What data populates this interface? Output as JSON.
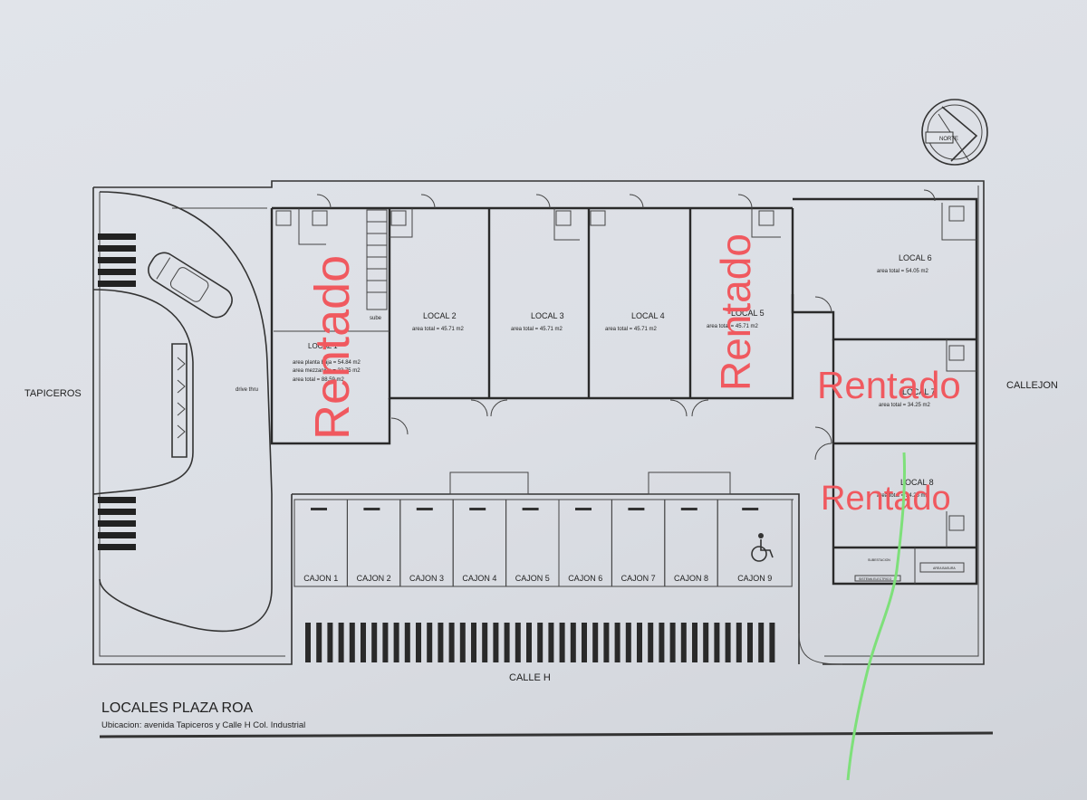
{
  "plan": {
    "title": "LOCALES PLAZA ROA",
    "subtitle": "Ubicacion: avenida Tapiceros y Calle H Col. Industrial",
    "north_label": "NORTE",
    "streets": {
      "left": "TAPICEROS",
      "right": "CALLEJON",
      "bottom": "CALLE H"
    },
    "drive_thru": "drive thru",
    "stair_label": "sube",
    "locals": [
      {
        "name": "LOCAL 1",
        "lines": [
          "area planta baja = 54.84 m2",
          "area mezzanine = 33.75 m2",
          "area total = 88.59 m2"
        ]
      },
      {
        "name": "LOCAL 2",
        "area": "area total = 45.71 m2"
      },
      {
        "name": "LOCAL 3",
        "area": "area total = 45.71 m2"
      },
      {
        "name": "LOCAL 4",
        "area": "area total = 45.71 m2"
      },
      {
        "name": "LOCAL 5",
        "area": "area total = 45.71 m2"
      },
      {
        "name": "LOCAL 6",
        "area": "area total = 54.05 m2"
      },
      {
        "name": "LOCAL 7",
        "area": "area total = 34.25 m2"
      },
      {
        "name": "LOCAL 8",
        "area": "area total = 34.25 m2"
      }
    ],
    "parking": [
      "CAJON 1",
      "CAJON 2",
      "CAJON 3",
      "CAJON 4",
      "CAJON 5",
      "CAJON 6",
      "CAJON 7",
      "CAJON 8",
      "CAJON 9"
    ],
    "service_rooms": [
      "SUBESTACION",
      "SISTEMA ELECTRICO",
      "AREA BASURA"
    ],
    "stamp": "Rentado",
    "colors": {
      "stamp": "#f0595f",
      "line": "#333333",
      "marker": "#7ee07a"
    }
  }
}
